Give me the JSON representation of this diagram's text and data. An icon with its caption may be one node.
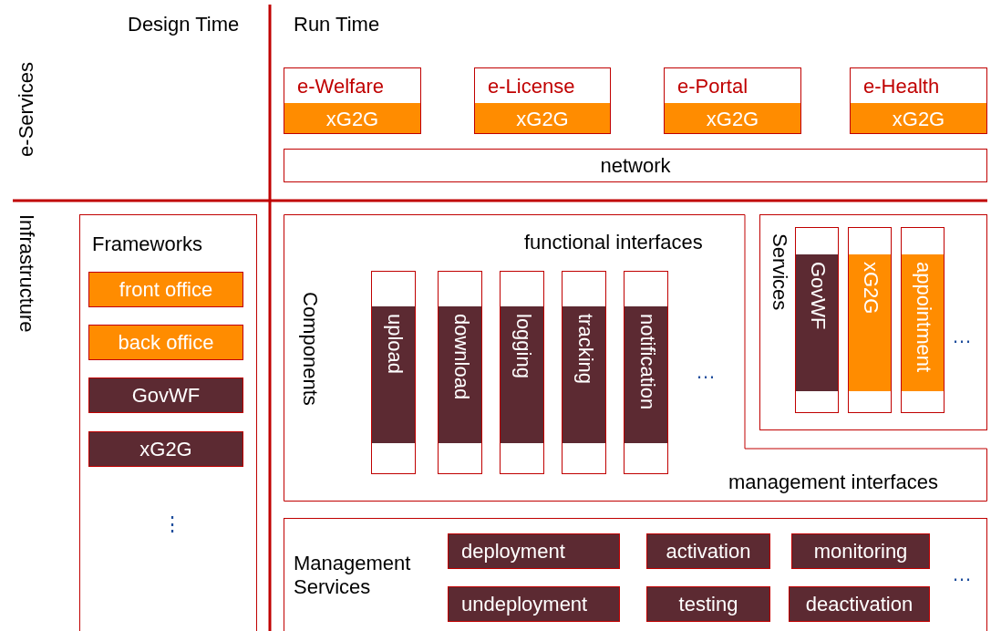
{
  "diagram": {
    "nodes": [
      {
        "text": [
          "e-Welfare",
          "xG2G"
        ]
      },
      {
        "text": [
          "e-License",
          "xG2G"
        ]
      },
      {
        "text": [
          "e-Portal",
          "xG2G"
        ]
      },
      {
        "text": [
          "e-Health",
          "xG2G"
        ]
      },
      {
        "text": [
          "network"
        ]
      },
      {
        "text": [
          "Frameworks",
          "⋮"
        ]
      },
      {
        "text": [
          "front office"
        ],
        "in": 5
      },
      {
        "text": [
          "back office"
        ],
        "in": 5
      },
      {
        "text": [
          "GovWF"
        ],
        "in": 5
      },
      {
        "text": [
          "xG2G"
        ],
        "in": 5
      },
      {
        "text": [
          "functional interfaces",
          "Components",
          "…",
          "management interfaces"
        ]
      },
      {
        "text": [
          "upload"
        ],
        "in": 10
      },
      {
        "text": [
          "download"
        ],
        "in": 10
      },
      {
        "text": [
          "logging"
        ],
        "in": 10
      },
      {
        "text": [
          "tracking"
        ],
        "in": 10
      },
      {
        "text": [
          "notification"
        ],
        "in": 10
      },
      {
        "text": [
          "Services",
          "…"
        ]
      },
      {
        "text": [
          "GovWF"
        ],
        "in": 16
      },
      {
        "text": [
          "xG2G"
        ],
        "in": 16
      },
      {
        "text": [
          "appointment"
        ],
        "in": 16
      },
      {
        "text": [
          "Management Services",
          "…"
        ]
      },
      {
        "text": [
          "deployment"
        ],
        "in": 20
      },
      {
        "text": [
          "activation"
        ],
        "in": 20
      },
      {
        "text": [
          "monitoring"
        ],
        "in": 20
      },
      {
        "text": [
          "undeployment"
        ],
        "in": 20
      },
      {
        "text": [
          "testing"
        ],
        "in": 20
      },
      {
        "text": [
          "deactivation"
        ],
        "in": 20
      }
    ],
    "labels": [
      "Design Time",
      "Run Time",
      "e-Services",
      "Infrastructure"
    ]
  }
}
